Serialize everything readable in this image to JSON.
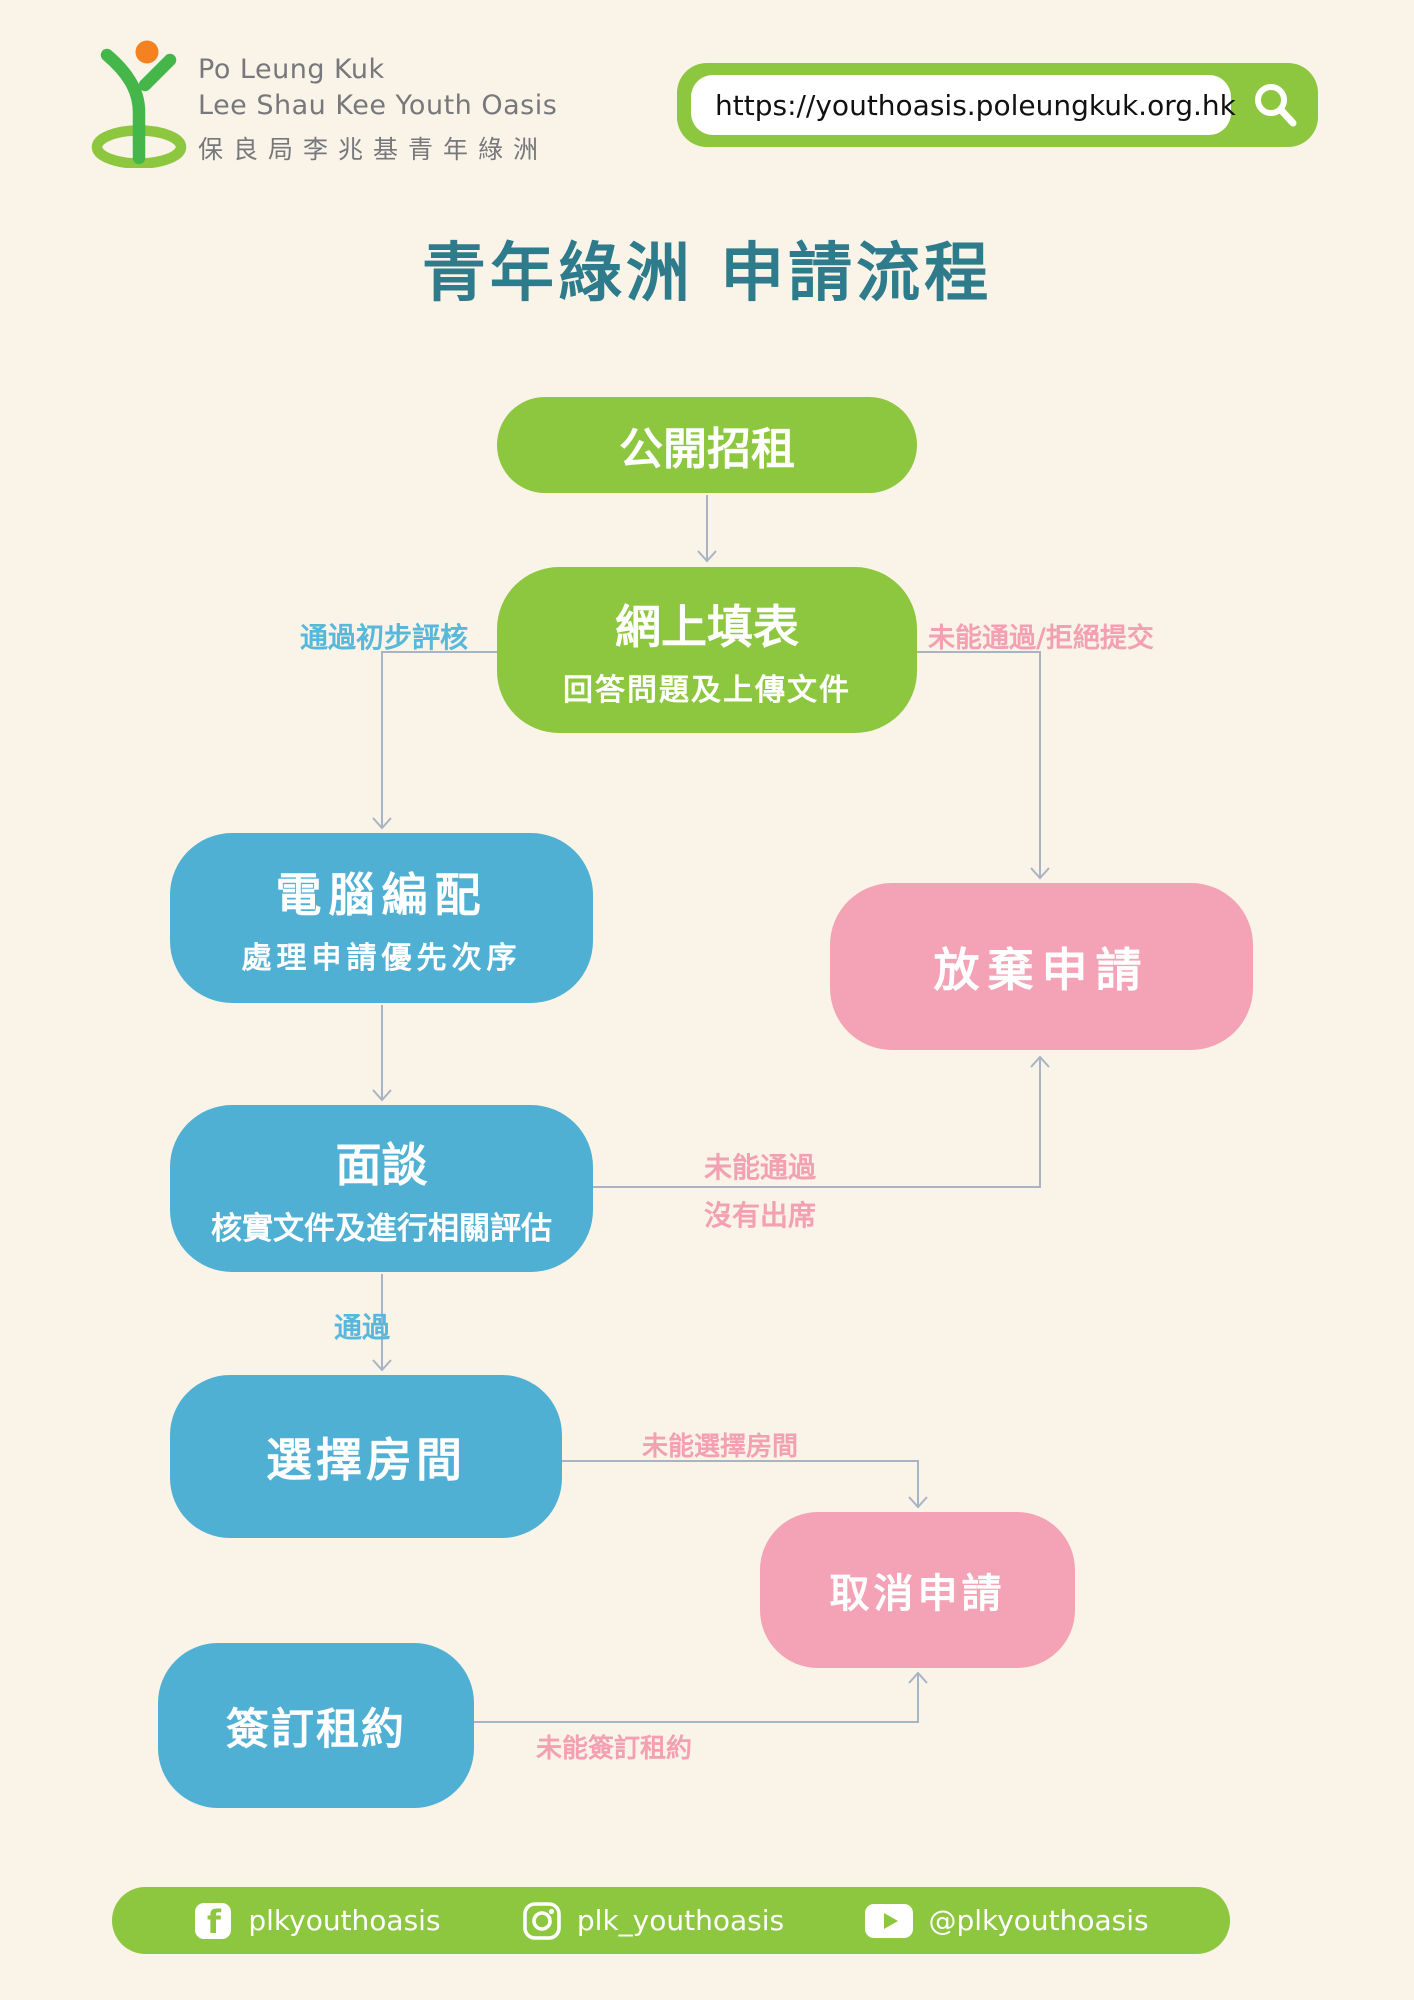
{
  "header": {
    "org": {
      "line1_en": "Po Leung Kuk",
      "line2_en": "Lee Shau Kee Youth Oasis",
      "line_zh": "保良局李兆基青年綠洲"
    },
    "address_bar": {
      "url": "https://youthoasis.poleungkuk.org.hk",
      "search_icon": "magnifier"
    }
  },
  "page_title": "青年綠洲 申請流程",
  "flow": {
    "nodes": {
      "open_recruitment": {
        "title": "公開招租"
      },
      "online_form": {
        "title": "網上填表",
        "subtitle": "回答問題及上傳文件"
      },
      "computer_allocation": {
        "title": "電腦編配",
        "subtitle": "處理申請優先次序"
      },
      "abandon": {
        "title": "放棄申請"
      },
      "interview": {
        "title": "面談",
        "subtitle": "核實文件及進行相關評估"
      },
      "select_room": {
        "title": "選擇房間"
      },
      "cancel": {
        "title": "取消申請"
      },
      "sign_lease": {
        "title": "簽訂租約"
      }
    },
    "labels": {
      "pass_initial": "通過初步評核",
      "fail_or_reject": "未能通過/拒絕提交",
      "fail_interview": "未能通過",
      "no_show": "沒有出席",
      "pass": "通過",
      "fail_select_room": "未能選擇房間",
      "fail_sign_lease": "未能簽訂租約"
    }
  },
  "footer": {
    "facebook_handle": "plkyouthoasis",
    "instagram_handle": "plk_youthoasis",
    "youtube_handle": "@plkyouthoasis"
  },
  "colors": {
    "background": "#FAF3E8",
    "green": "#8DC63F",
    "logo_green": "#45B649",
    "logo_orange": "#F58220",
    "blue": "#4FB0D4",
    "pink": "#F3A3B5",
    "title_teal": "#2E7B8B",
    "label_blue": "#57B8DC",
    "label_pink": "#F3A0B2",
    "connector_gray": "#A8B4C4",
    "org_text_gray": "#77787B"
  }
}
